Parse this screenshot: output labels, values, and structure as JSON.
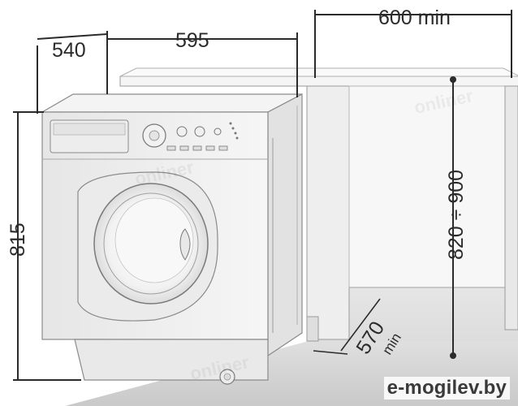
{
  "dimensions": {
    "depth": "540",
    "width": "595",
    "niche_width": "600 min",
    "height": "815",
    "niche_height": "820 ÷ 900",
    "niche_depth_value": "570",
    "niche_depth_unit": "min"
  },
  "watermarks": {
    "top_right": "onliner",
    "middle": "onliner",
    "bottom": "onliner"
  },
  "brand": "e-mogilev.by"
}
